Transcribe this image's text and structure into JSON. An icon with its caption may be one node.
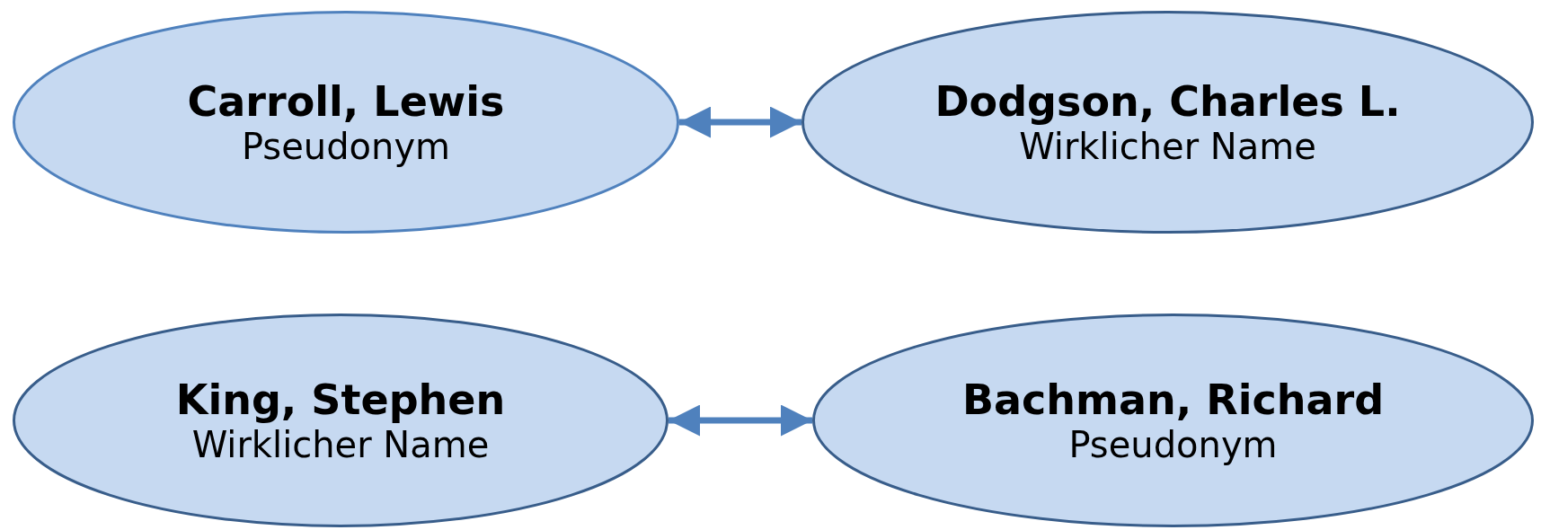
{
  "diagram": {
    "nodes": [
      {
        "text": [
          "Carroll, Lewis",
          "Pseudonym"
        ]
      },
      {
        "text": [
          "Dodgson, Charles L.",
          "Wirklicher Name"
        ]
      },
      {
        "text": [
          "King, Stephen",
          "Wirklicher Name"
        ]
      },
      {
        "text": [
          "Bachman, Richard",
          "Pseudonym"
        ]
      }
    ],
    "edges": [
      {
        "from": 0,
        "to": 1,
        "arrow": "both"
      },
      {
        "from": 2,
        "to": 3,
        "arrow": "both"
      }
    ]
  }
}
